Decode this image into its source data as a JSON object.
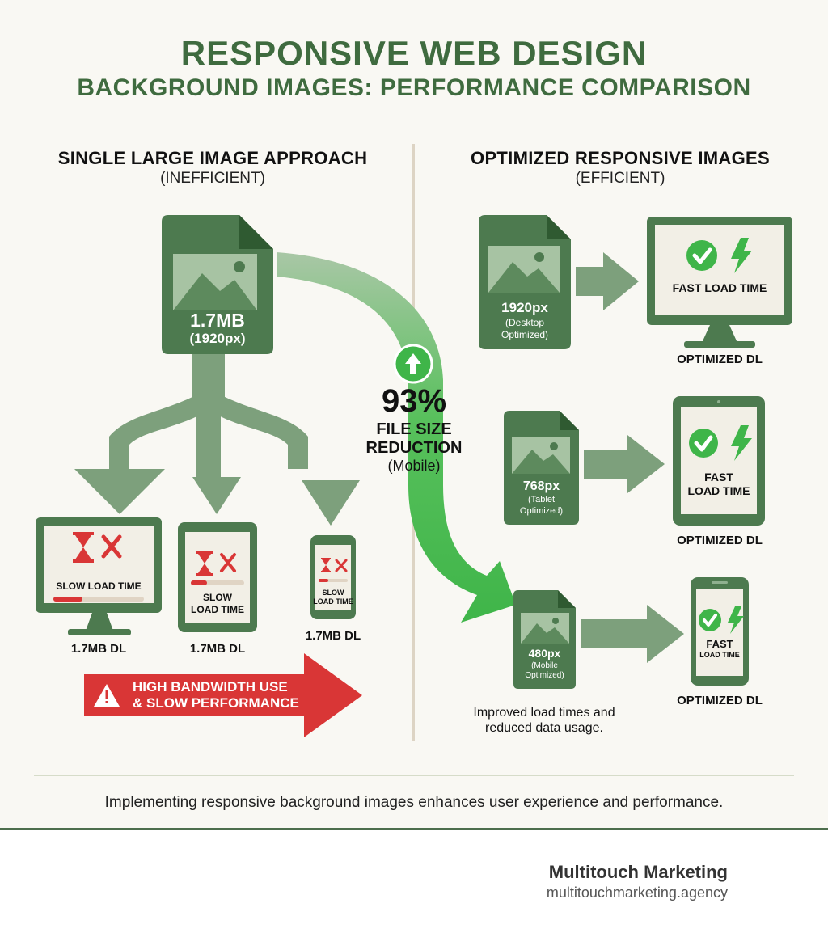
{
  "header": {
    "title": "RESPONSIVE WEB DESIGN",
    "subtitle": "BACKGROUND IMAGES: PERFORMANCE COMPARISON"
  },
  "left": {
    "heading": "SINGLE LARGE IMAGE APPROACH",
    "subheading": "(INEFFICIENT)",
    "source_file": {
      "size": "1.7MB",
      "resolution": "(1920px)"
    },
    "devices": [
      {
        "type": "monitor",
        "status": "SLOW LOAD TIME",
        "caption": "1.7MB DL"
      },
      {
        "type": "tablet",
        "status_line1": "SLOW",
        "status_line2": "LOAD TIME",
        "caption": "1.7MB DL"
      },
      {
        "type": "phone",
        "status_line1": "SLOW",
        "status_line2": "LOAD TIME",
        "caption": "1.7MB DL"
      }
    ],
    "warning_line1": "HIGH BANDWIDTH USE",
    "warning_line2": "& SLOW PERFORMANCE"
  },
  "center": {
    "percent": "93%",
    "line1": "FILE SIZE",
    "line2": "REDUCTION",
    "line3": "(Mobile)"
  },
  "right": {
    "heading": "OPTIMIZED RESPONSIVE IMAGES",
    "subheading": "(EFFICIENT)",
    "rows": [
      {
        "file_size": "1920px",
        "file_note1": "(Desktop",
        "file_note2": "Optimized)",
        "status": "FAST LOAD TIME",
        "caption": "OPTIMIZED DL"
      },
      {
        "file_size": "768px",
        "file_note1": "(Tablet",
        "file_note2": "Optimized)",
        "status_line1": "FAST",
        "status_line2": "LOAD TIME",
        "caption": "OPTIMIZED DL"
      },
      {
        "file_size": "480px",
        "file_note1": "(Mobile",
        "file_note2": "Optimized)",
        "status_line1": "FAST",
        "status_line2": "LOAD TIME",
        "caption": "OPTIMIZED DL"
      }
    ],
    "note_line1": "Improved load times and",
    "note_line2": "reduced data usage."
  },
  "footer": {
    "text": "Implementing responsive background images enhances user experience and performance.",
    "brand_name": "Multitouch Marketing",
    "brand_url": "multitouchmarketing.agency"
  },
  "colors": {
    "primary_green": "#4d7a4f",
    "light_green": "#8fb08f",
    "bright_green": "#3fb549",
    "warning_red": "#d93636",
    "brand_blue": "#1f55b5",
    "brand_yellow": "#f4b400"
  }
}
